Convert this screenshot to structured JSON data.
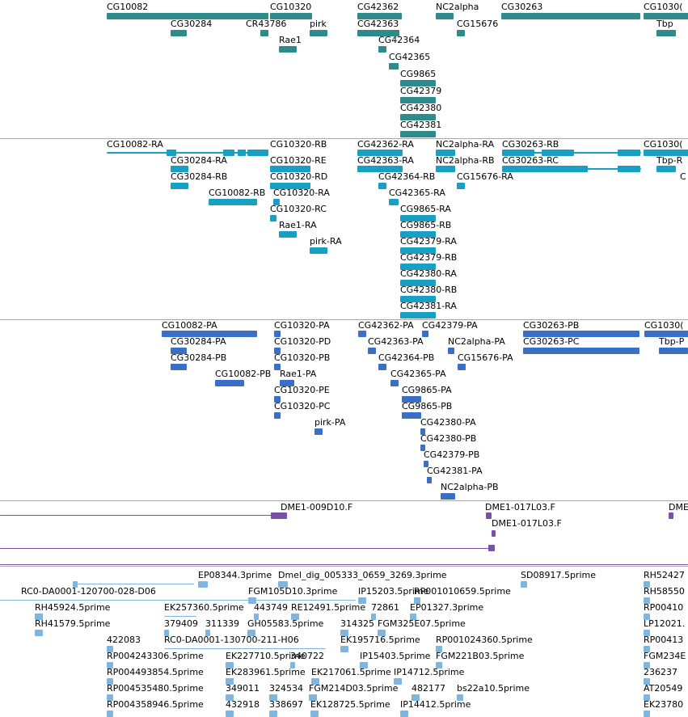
{
  "colors": {
    "gene": "#2e8b8b",
    "transcript": "#17a0c4",
    "cds": "#3a6fc8",
    "bac": "#7a4fa8",
    "est": "#7fb6e0",
    "divider": "#a8a8a8"
  },
  "tracks": {
    "genes": {
      "features": [
        {
          "label": "CG10082"
        },
        {
          "label": "CG10320"
        },
        {
          "label": "CG42362"
        },
        {
          "label": "NC2alpha"
        },
        {
          "label": "CG30263"
        },
        {
          "label": "CG1030("
        },
        {
          "label": "CG30284"
        },
        {
          "label": "CR43786"
        },
        {
          "label": "pirk"
        },
        {
          "label": "CG42363"
        },
        {
          "label": "CG15676"
        },
        {
          "label": "Tbp"
        },
        {
          "label": "Rae1"
        },
        {
          "label": "CG42364"
        },
        {
          "label": "CG42365"
        },
        {
          "label": "CG9865"
        },
        {
          "label": "CG42379"
        },
        {
          "label": "CG42380"
        },
        {
          "label": "CG42381"
        }
      ]
    },
    "transcripts": {
      "features": [
        {
          "label": "CG10082-RA"
        },
        {
          "label": "CG10320-RB"
        },
        {
          "label": "CG42362-RA"
        },
        {
          "label": "NC2alpha-RA"
        },
        {
          "label": "CG30263-RB"
        },
        {
          "label": "CG1030("
        },
        {
          "label": "CG30284-RA"
        },
        {
          "label": "CG10320-RE"
        },
        {
          "label": "CG42363-RA"
        },
        {
          "label": "NC2alpha-RB"
        },
        {
          "label": "CG30263-RC"
        },
        {
          "label": "Tbp-R"
        },
        {
          "label": "CG30284-RB"
        },
        {
          "label": "CG10320-RD"
        },
        {
          "label": "CG42364-RB"
        },
        {
          "label": "CG15676-RA"
        },
        {
          "label": "C"
        },
        {
          "label": "CG10082-RB"
        },
        {
          "label": "CG10320-RA"
        },
        {
          "label": "CG42365-RA"
        },
        {
          "label": "CG10320-RC"
        },
        {
          "label": "CG9865-RA"
        },
        {
          "label": "Rae1-RA"
        },
        {
          "label": "CG9865-RB"
        },
        {
          "label": "pirk-RA"
        },
        {
          "label": "CG42379-RA"
        },
        {
          "label": "CG42379-RB"
        },
        {
          "label": "CG42380-RA"
        },
        {
          "label": "CG42380-RB"
        },
        {
          "label": "CG42381-RA"
        }
      ]
    },
    "cds": {
      "features": [
        {
          "label": "CG10082-PA"
        },
        {
          "label": "CG10320-PA"
        },
        {
          "label": "CG42362-PA"
        },
        {
          "label": "CG42379-PA"
        },
        {
          "label": "CG30263-PB"
        },
        {
          "label": "CG1030("
        },
        {
          "label": "CG30284-PA"
        },
        {
          "label": "CG10320-PD"
        },
        {
          "label": "CG42363-PA"
        },
        {
          "label": "NC2alpha-PA"
        },
        {
          "label": "CG30263-PC"
        },
        {
          "label": "Tbp-P"
        },
        {
          "label": "CG30284-PB"
        },
        {
          "label": "CG10320-PB"
        },
        {
          "label": "CG42364-PB"
        },
        {
          "label": "CG15676-PA"
        },
        {
          "label": "CG10082-PB"
        },
        {
          "label": "Rae1-PA"
        },
        {
          "label": "CG42365-PA"
        },
        {
          "label": "CG10320-PE"
        },
        {
          "label": "CG9865-PA"
        },
        {
          "label": "CG10320-PC"
        },
        {
          "label": "CG9865-PB"
        },
        {
          "label": "pirk-PA"
        },
        {
          "label": "CG42380-PA"
        },
        {
          "label": "CG42380-PB"
        },
        {
          "label": "CG42379-PB"
        },
        {
          "label": "CG42381-PA"
        },
        {
          "label": "NC2alpha-PB"
        }
      ]
    },
    "bac": {
      "features": [
        {
          "label": "DME1-009D10.F"
        },
        {
          "label": "DME1-017L03.F"
        },
        {
          "label": "DME1-017L03.F"
        },
        {
          "label": "DME"
        }
      ]
    },
    "est": {
      "features": [
        {
          "label": "EP08344.3prime"
        },
        {
          "label": "Dmel_dig_005333_0659_3269.3prime"
        },
        {
          "label": "SD08917.5prime"
        },
        {
          "label": "RH52427"
        },
        {
          "label": "RC0-DA0001-120700-028-D06"
        },
        {
          "label": "FGM105D10.3prime"
        },
        {
          "label": "IP15203.5prime"
        },
        {
          "label": "RP001010659.5prime"
        },
        {
          "label": "RH58550"
        },
        {
          "label": "RH45924.5prime"
        },
        {
          "label": "EK257360.5prime"
        },
        {
          "label": "443749"
        },
        {
          "label": "RE12491.5prime"
        },
        {
          "label": "72861"
        },
        {
          "label": "EP01327.3prime"
        },
        {
          "label": "RP00410"
        },
        {
          "label": "RH41579.5prime"
        },
        {
          "label": "379409"
        },
        {
          "label": "311339"
        },
        {
          "label": "GH05583.5prime"
        },
        {
          "label": "314325"
        },
        {
          "label": "FGM325E07.5prime"
        },
        {
          "label": "LP12021."
        },
        {
          "label": "422083"
        },
        {
          "label": "RC0-DA0001-130700-211-H06"
        },
        {
          "label": "EK195716.5prime"
        },
        {
          "label": "RP001024360.5prime"
        },
        {
          "label": "RP00413"
        },
        {
          "label": "RP004243306.5prime"
        },
        {
          "label": "EK227710.5prime"
        },
        {
          "label": "340722"
        },
        {
          "label": "IP15403.5prime"
        },
        {
          "label": "FGM221B03.5prime"
        },
        {
          "label": "FGM234E"
        },
        {
          "label": "RP004493854.5prime"
        },
        {
          "label": "EK283961.5prime"
        },
        {
          "label": "EK217061.5prime"
        },
        {
          "label": "IP14712.5prime"
        },
        {
          "label": "236237"
        },
        {
          "label": "RP004535480.5prime"
        },
        {
          "label": "349011"
        },
        {
          "label": "324534"
        },
        {
          "label": "FGM214D03.5prime"
        },
        {
          "label": "482177"
        },
        {
          "label": "bs22a10.5prime"
        },
        {
          "label": "AT20549"
        },
        {
          "label": "RP004358946.5prime"
        },
        {
          "label": "432918"
        },
        {
          "label": "338697"
        },
        {
          "label": "EK128725.5prime"
        },
        {
          "label": "IP14412.5prime"
        },
        {
          "label": "EK23780"
        }
      ]
    }
  }
}
